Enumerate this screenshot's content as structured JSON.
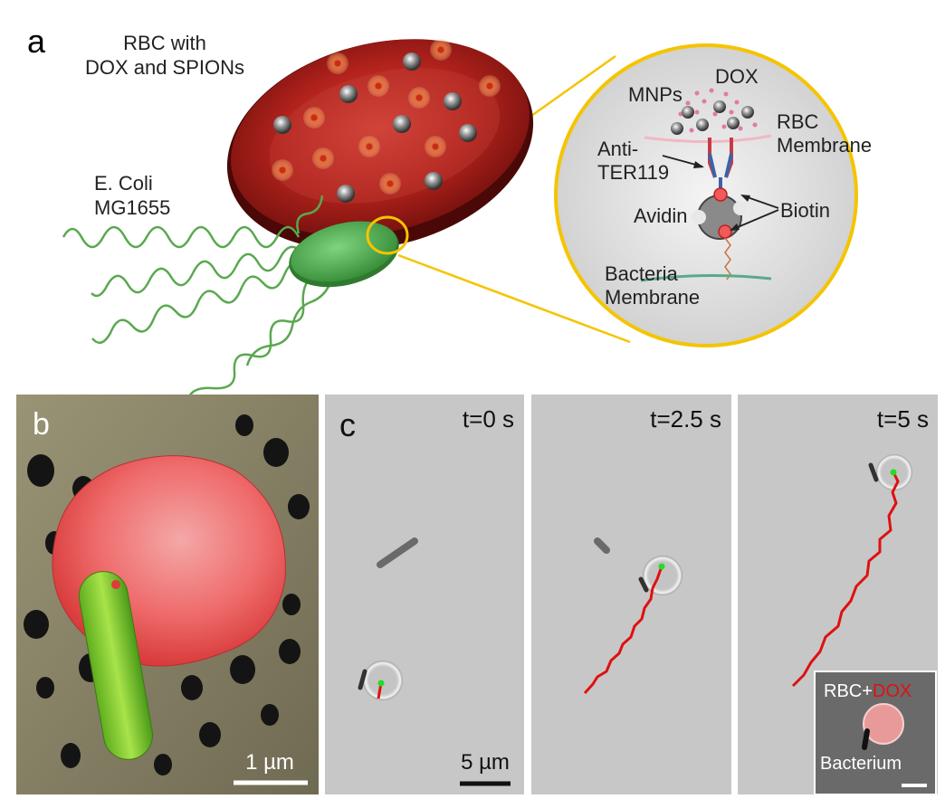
{
  "colors": {
    "rbc": "#b2221c",
    "bacterium": "#4caf50",
    "zoom_outline": "#f5c400",
    "trajectory": "#e01010",
    "dox_text": "#e01010",
    "marker": "#22dd22"
  },
  "panel_a": {
    "letter": "a",
    "rbc_label_line1": "RBC with",
    "rbc_label_line2": "DOX and SPIONs",
    "ecoli_label_line1": "E. Coli",
    "ecoli_label_line2": "MG1655",
    "inset": {
      "mnps": "MNPs",
      "dox": "DOX",
      "rbc_membrane_line1": "RBC",
      "rbc_membrane_line2": "Membrane",
      "antiter_line1": "Anti-",
      "antiter_line2": "TER119",
      "avidin": "Avidin",
      "biotin": "Biotin",
      "bacteria_membrane_line1": "Bacteria",
      "bacteria_membrane_line2": "Membrane"
    }
  },
  "panel_b": {
    "letter": "b",
    "scale_label": "1 µm"
  },
  "panel_c": {
    "letter": "c",
    "frames": [
      {
        "time": "t=0 s"
      },
      {
        "time": "t=2.5 s"
      },
      {
        "time": "t=5 s"
      }
    ],
    "scale_label": "5 µm",
    "inset_label_prefix": "RBC+",
    "inset_label_dox": "DOX",
    "inset_bacterium_label": "Bacterium"
  }
}
